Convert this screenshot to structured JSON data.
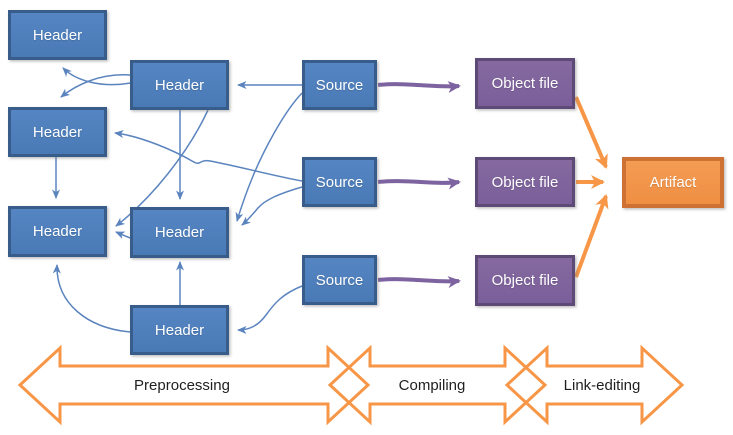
{
  "diagram": {
    "title": "compilation-pipeline-diagram",
    "nodes": {
      "h1": {
        "label": "Header"
      },
      "h2": {
        "label": "Header"
      },
      "h3": {
        "label": "Header"
      },
      "h4": {
        "label": "Header"
      },
      "h5": {
        "label": "Header"
      },
      "h6": {
        "label": "Header"
      },
      "s1": {
        "label": "Source"
      },
      "s2": {
        "label": "Source"
      },
      "s3": {
        "label": "Source"
      },
      "o1": {
        "label": "Object file"
      },
      "o2": {
        "label": "Object file"
      },
      "o3": {
        "label": "Object file"
      },
      "artifact": {
        "label": "Artifact"
      }
    },
    "stages": [
      {
        "label": "Preprocessing"
      },
      {
        "label": "Compiling"
      },
      {
        "label": "Link-editing"
      }
    ],
    "colors": {
      "header_fill": "#4e7fbc",
      "header_border": "#385d8a",
      "object_fill": "#7d63a0",
      "object_border": "#5d4a77",
      "artifact_fill": "#f0924c",
      "artifact_border": "#cd7234",
      "include_arrow": "#5b84bf",
      "compile_arrow": "#7d63a0",
      "link_arrow": "#f79646",
      "stage_outline": "#f79646",
      "stage_text": "#1f1f1f",
      "node_text": "#ffffff"
    }
  }
}
